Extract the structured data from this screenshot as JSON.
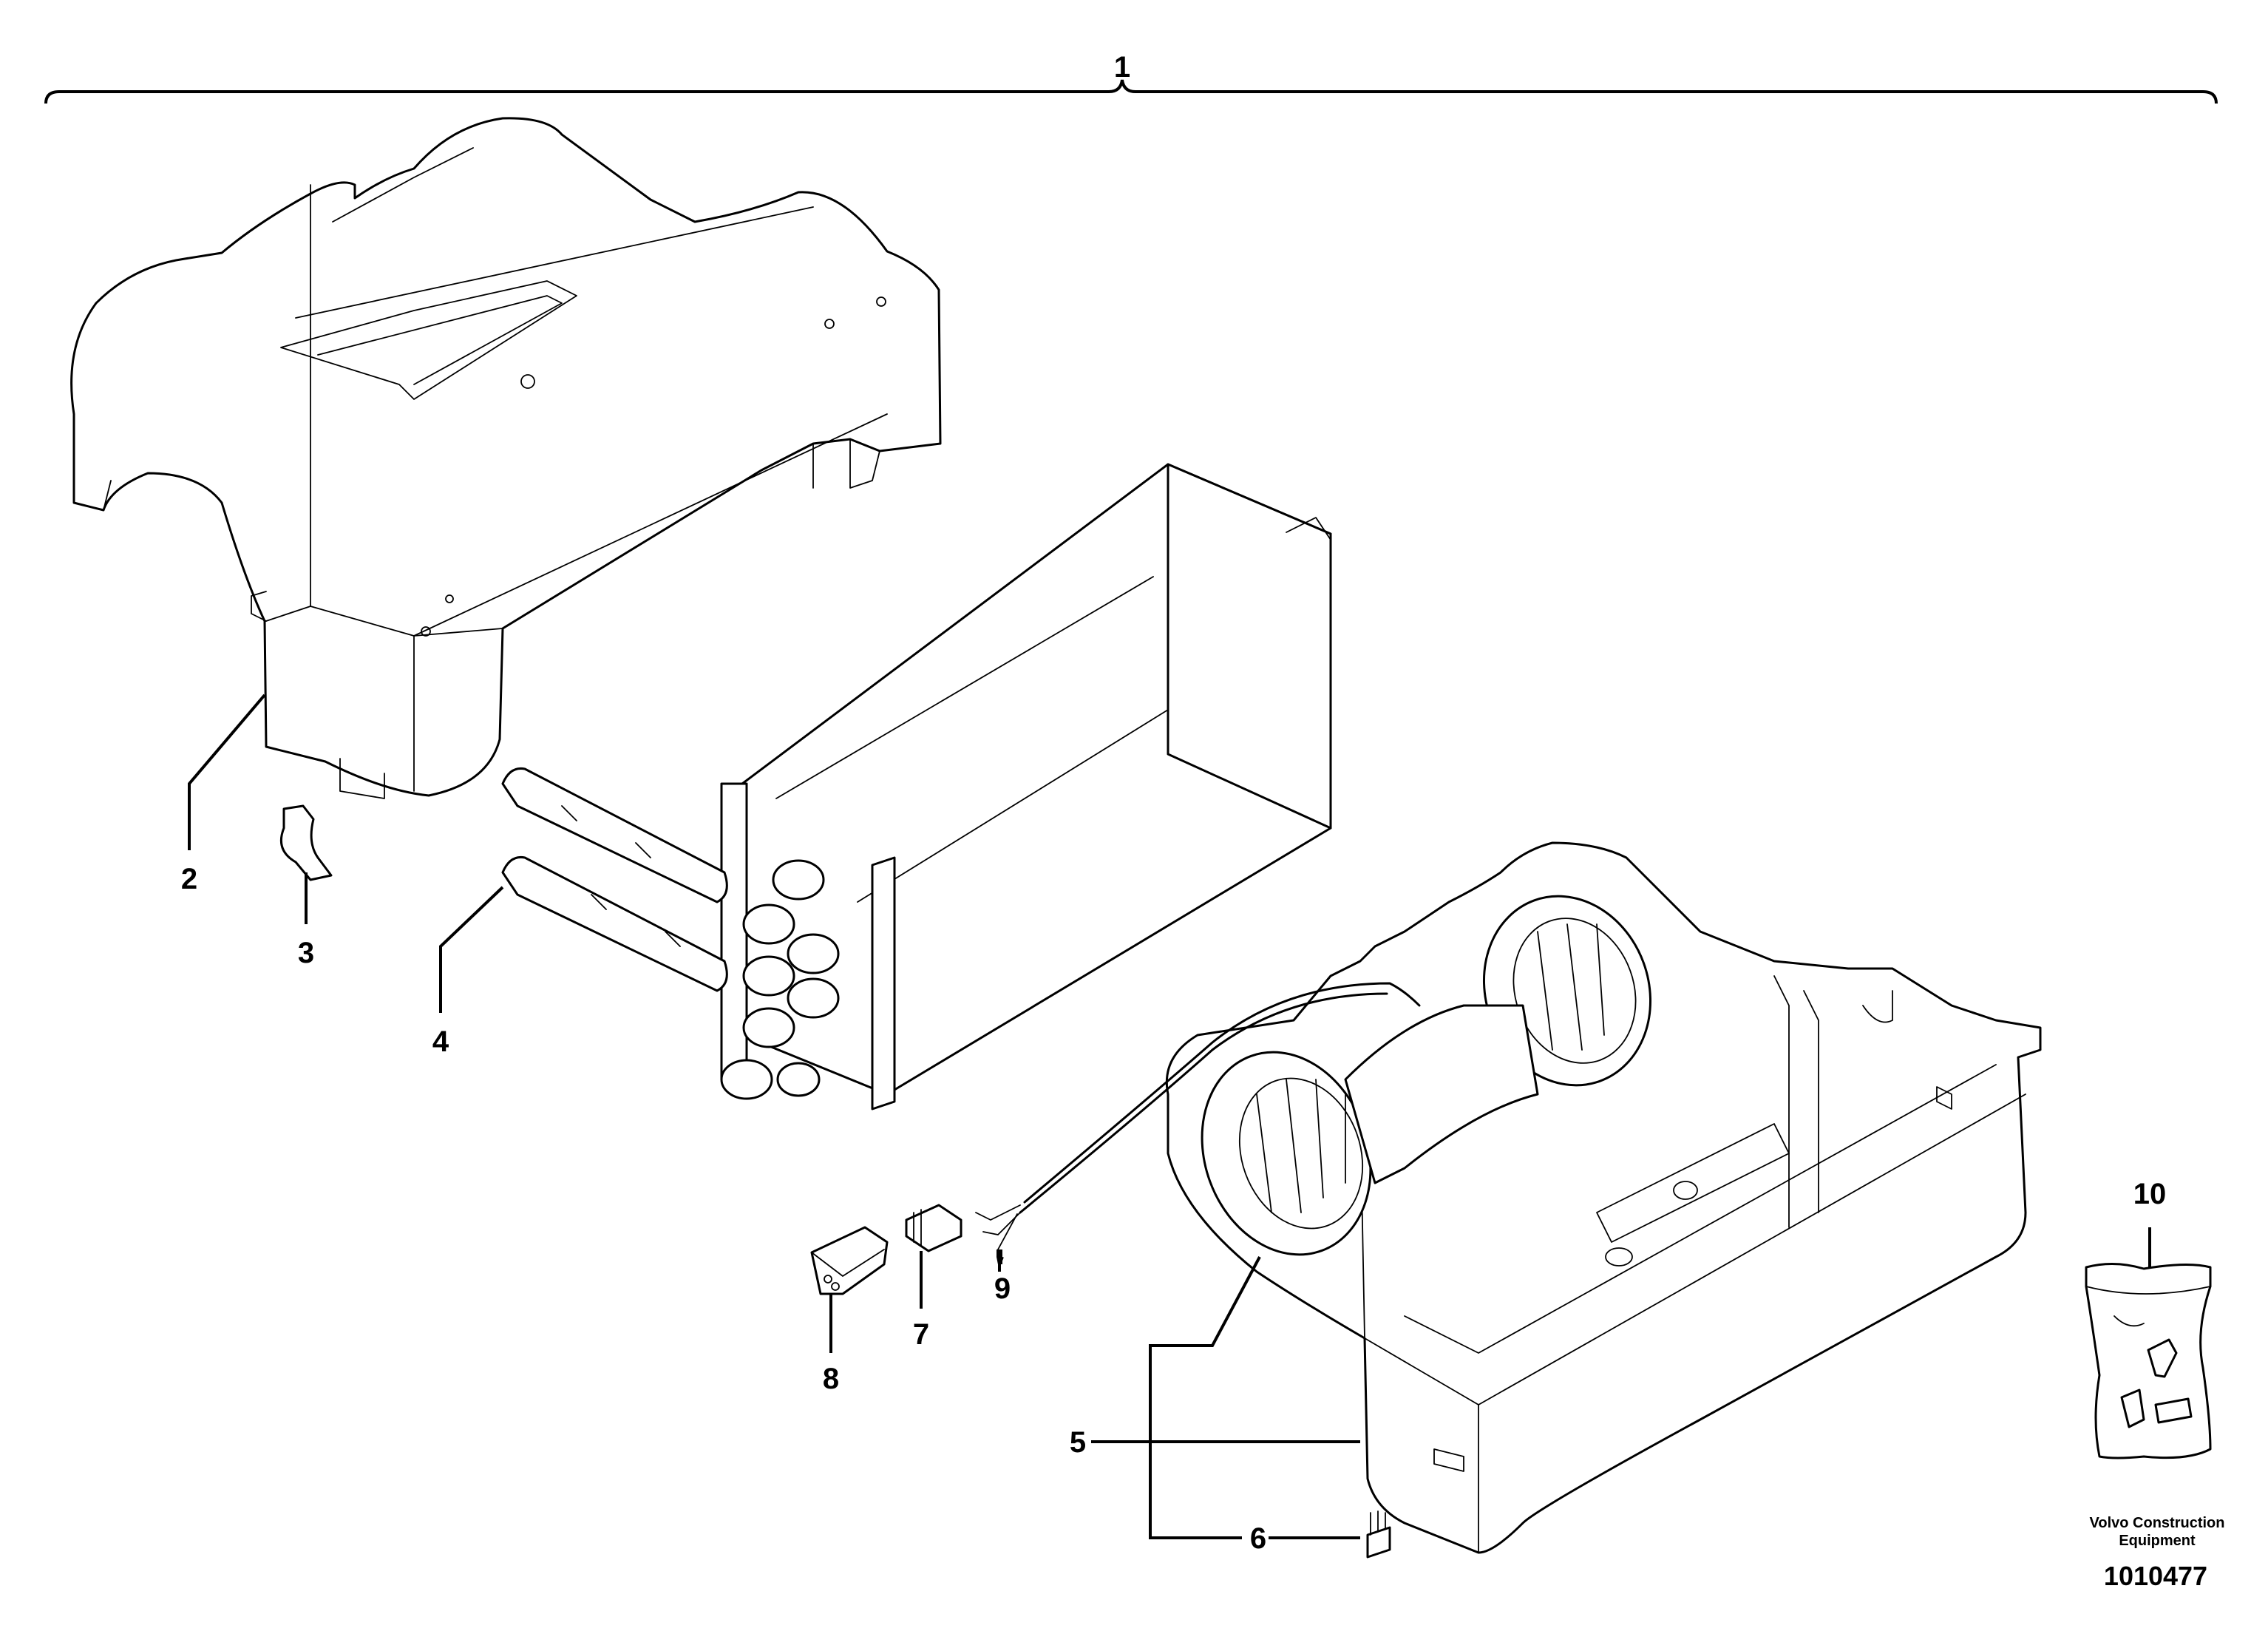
{
  "callouts": {
    "c1": "1",
    "c2": "2",
    "c3": "3",
    "c4": "4",
    "c5": "5",
    "c6": "6",
    "c7": "7",
    "c8": "8",
    "c9": "9",
    "c10": "10"
  },
  "footer": {
    "brand_line1": "Volvo Construction",
    "brand_line2": "Equipment",
    "document_number": "1010477"
  }
}
